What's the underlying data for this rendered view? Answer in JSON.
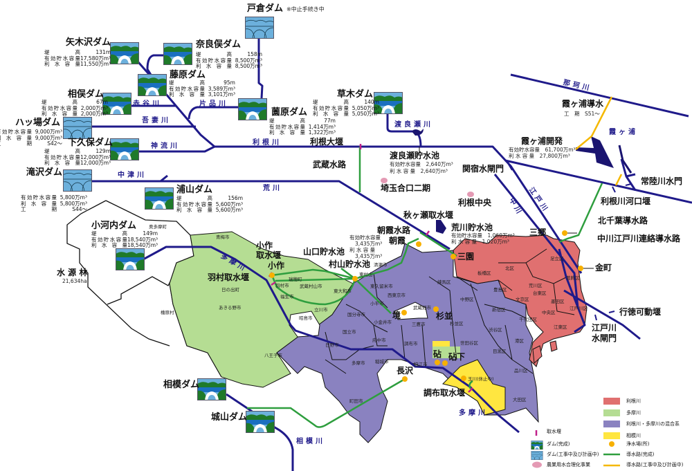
{
  "tokura_note": "※中止手続き中",
  "dams": [
    {
      "id": "tokura",
      "name": "戸倉ダム",
      "status": "planned",
      "stats": []
    },
    {
      "id": "yagisawa",
      "name": "矢木沢ダム",
      "status": "complete",
      "stats": [
        {
          "k": "堤高",
          "v": "131m"
        },
        {
          "k": "有効貯水容量",
          "v": "17,580万m³"
        },
        {
          "k": "利水容量",
          "v": "11,550万m³"
        }
      ]
    },
    {
      "id": "naramata",
      "name": "奈良俣ダム",
      "status": "complete",
      "stats": [
        {
          "k": "堤高",
          "v": "158m"
        },
        {
          "k": "有効貯水容量",
          "v": "8,500万m³"
        },
        {
          "k": "利水容量",
          "v": "8,500万m³"
        }
      ]
    },
    {
      "id": "fujiwara",
      "name": "藤原ダム",
      "status": "complete",
      "stats": [
        {
          "k": "堤高",
          "v": "95m"
        },
        {
          "k": "有効貯水容量",
          "v": "3,589万m³"
        },
        {
          "k": "利水容量",
          "v": "3,101万m³"
        }
      ]
    },
    {
      "id": "aimata",
      "name": "相俣ダム",
      "status": "complete",
      "stats": [
        {
          "k": "堤高",
          "v": "67m"
        },
        {
          "k": "有効貯水容量",
          "v": "2,000万m³"
        },
        {
          "k": "利水容量",
          "v": "2,000万m³"
        }
      ]
    },
    {
      "id": "yanba",
      "name": "ハッ場ダム",
      "status": "planned",
      "stats": [
        {
          "k": "有効貯水容量",
          "v": "9,000万m³"
        },
        {
          "k": "利水容量",
          "v": "9,000万m³"
        },
        {
          "k": "工期",
          "v": "S42～"
        }
      ]
    },
    {
      "id": "shimokubo",
      "name": "下久保ダム",
      "status": "complete",
      "stats": [
        {
          "k": "堤高",
          "v": "129m"
        },
        {
          "k": "有効貯水容量",
          "v": "12,000万m³"
        },
        {
          "k": "利水容量",
          "v": "12,000万m³"
        }
      ]
    },
    {
      "id": "takizawa",
      "name": "滝沢ダム",
      "status": "planned",
      "stats": [
        {
          "k": "有効貯水容量",
          "v": "5,800万m³"
        },
        {
          "k": "利水容量",
          "v": "5,800万m³"
        },
        {
          "k": "工期",
          "v": "S44～"
        }
      ]
    },
    {
      "id": "urayama",
      "name": "浦山ダム",
      "status": "complete",
      "stats": [
        {
          "k": "堤高",
          "v": "156m"
        },
        {
          "k": "有効貯水容量",
          "v": "5,600万m³"
        },
        {
          "k": "利水容量",
          "v": "5,600万m³"
        }
      ]
    },
    {
      "id": "ogouchi",
      "name": "小河内ダム",
      "status": "complete",
      "stats": [
        {
          "k": "堤高",
          "v": "149m"
        },
        {
          "k": "有効貯水容量",
          "v": "18,540万m³"
        },
        {
          "k": "利水容量",
          "v": "18,540万m³"
        }
      ]
    },
    {
      "id": "sonohara",
      "name": "薗原ダム",
      "status": "complete",
      "stats": [
        {
          "k": "堤高",
          "v": "77m"
        },
        {
          "k": "有効貯水容量",
          "v": "1,414万m³"
        },
        {
          "k": "利水容量",
          "v": "1,322万m³"
        }
      ]
    },
    {
      "id": "kusaki",
      "name": "草木ダム",
      "status": "complete",
      "stats": [
        {
          "k": "堤高",
          "v": "140m"
        },
        {
          "k": "有効貯水容量",
          "v": "5,050万m³"
        },
        {
          "k": "利水容量",
          "v": "5,050万m³"
        }
      ]
    },
    {
      "id": "sagami",
      "name": "相模ダム",
      "status": "complete",
      "stats": []
    },
    {
      "id": "shiroyama",
      "name": "城山ダム",
      "status": "complete",
      "stats": []
    }
  ],
  "rivers": {
    "tone": "利根川",
    "akaya": "赤谷川",
    "katashina": "片品川",
    "agatsuma": "吾妻川",
    "kanna": "神流川",
    "nakatsu": "中津川",
    "ara": "荒川",
    "watarase": "渡良瀬川",
    "naka": "那珂川",
    "naka2": "中川",
    "edo": "江戸川",
    "tama_up": "多摩川",
    "tama_low": "多摩川",
    "sagami": "相模川",
    "kasumigaura": "霞ヶ浦"
  },
  "labels": {
    "tone_ozeki": "利根大堰",
    "musashi": "武蔵水路",
    "watarase_pond": "渡良瀬貯水池",
    "watarase_s1": "有効貯水容量　2,640万m³",
    "watarase_s2": "利 水 容 量　2,640万m³",
    "saitama": "埼玉合口二期",
    "sekiyado": "関宿水閘門",
    "tone_chuo": "利根中央",
    "kasumi_dousui": "霞ヶ浦導水",
    "kasumi_dousui_s": "工　期　S51～",
    "kasumi_kaihatsu": "霞ヶ浦開発",
    "kasumi_s1": "有効貯水容量　61,700万m³",
    "kasumi_s2": "利 水 容 量　27,800万m³",
    "hitachi": "常陸川水門",
    "tone_kakou": "利根川河口堰",
    "kitachiba": "北千葉導水路",
    "nakagawa_edogawa": "中川江戸川連絡導水路",
    "misato": "三郷",
    "kanamachi": "金町",
    "gyotoku": "行徳可動堰",
    "edogawa_gate1": "江戸川",
    "edogawa_gate2": "水閘門",
    "akigase": "秋ヶ瀬取水堰",
    "arakawa_pond": "荒川貯水池",
    "arakawa_s1": "有効貯水容量　1,060万m³",
    "arakawa_s2": "利 水 容 量　1,020万m³",
    "asaka_suiro": "朝霞水路",
    "asaka": "朝霞",
    "yamaguchi_s1": "有効貯水容量",
    "yamaguchi_s2": "3,435万m³",
    "yamaguchi_s3": "利 水 容 量",
    "yamaguchi_s4": "3,435万m³",
    "yamaguchi": "山口貯水池",
    "murayama": "村山貯水池",
    "ozaku_weir1": "小作",
    "ozaku_weir2": "取水堰",
    "ozaku": "小作",
    "hamura": "羽村取水堰",
    "higashimurayama": "東村山",
    "sakai": "境",
    "suginami": "杉並",
    "misono": "三園",
    "kinuta": "砧",
    "kinutashita": "砧下",
    "tamagawa": "玉川(休止中)",
    "chofu": "調布取水堰",
    "nagasawa": "長沢",
    "suigenrin": "水 源 林",
    "suigenrin_area": "21,634ha"
  },
  "wards": [
    "奥多摩町",
    "青梅市",
    "日の出町",
    "あきる野市",
    "檜原村",
    "瑞穂町",
    "羽村市",
    "武蔵村山市",
    "東大和市",
    "清瀬市",
    "東久留米市",
    "西東京市",
    "小平市",
    "立川市",
    "国分寺市",
    "小金井市",
    "武蔵野市",
    "三鷹市",
    "昭島市",
    "福生市",
    "日野市",
    "府中市",
    "国立市",
    "調布市",
    "狛江市",
    "多摩市",
    "稲城市",
    "八王子市",
    "町田市",
    "練馬区",
    "中野区",
    "杉並区",
    "世田谷区",
    "板橋区",
    "北区",
    "足立区",
    "葛飾区",
    "荒川区",
    "台東区",
    "墨田区",
    "江戸川区",
    "豊島区",
    "文京区",
    "新宿区",
    "千代田区",
    "中央区",
    "江東区",
    "渋谷区",
    "港区",
    "目黒区",
    "品川区",
    "大田区"
  ],
  "legend": {
    "tone": "利根川",
    "tama": "多摩川",
    "mixed": "利根川・多摩川の混合系",
    "sagami": "相模川",
    "plant": "浄水場(所)",
    "conduit_done": "導水路(完成)",
    "conduit_planned": "導水路(工事中及び計画中)",
    "intake": "取水堰",
    "dam_done": "ダム(完成)",
    "dam_planned": "ダム(工事中及び計画中)",
    "agri": "農業用水合理化事業"
  },
  "colors": {
    "tone": "#e07070",
    "tama": "#b5dd93",
    "mixed": "#8a82c0",
    "sagami": "#ffe640",
    "river": "#1f1a8a",
    "conduit": "#2e9e3e",
    "conduit_planned": "#f5b800",
    "plant": "#f7b000",
    "agri": "#e49ab4",
    "intake": "#c0208a"
  }
}
